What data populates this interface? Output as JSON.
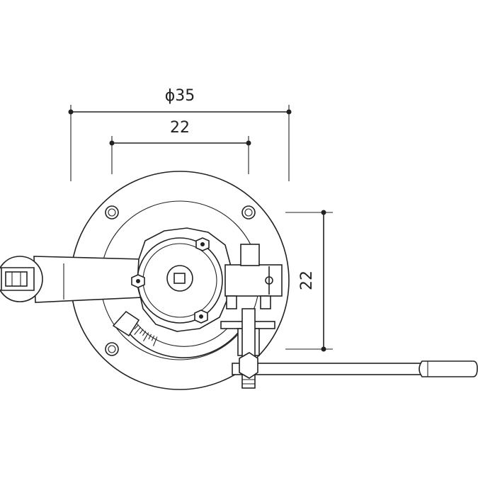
{
  "dimensions": {
    "outer_diameter": "ϕ35",
    "hole_spacing_horizontal": "22",
    "hole_spacing_vertical": "22"
  }
}
